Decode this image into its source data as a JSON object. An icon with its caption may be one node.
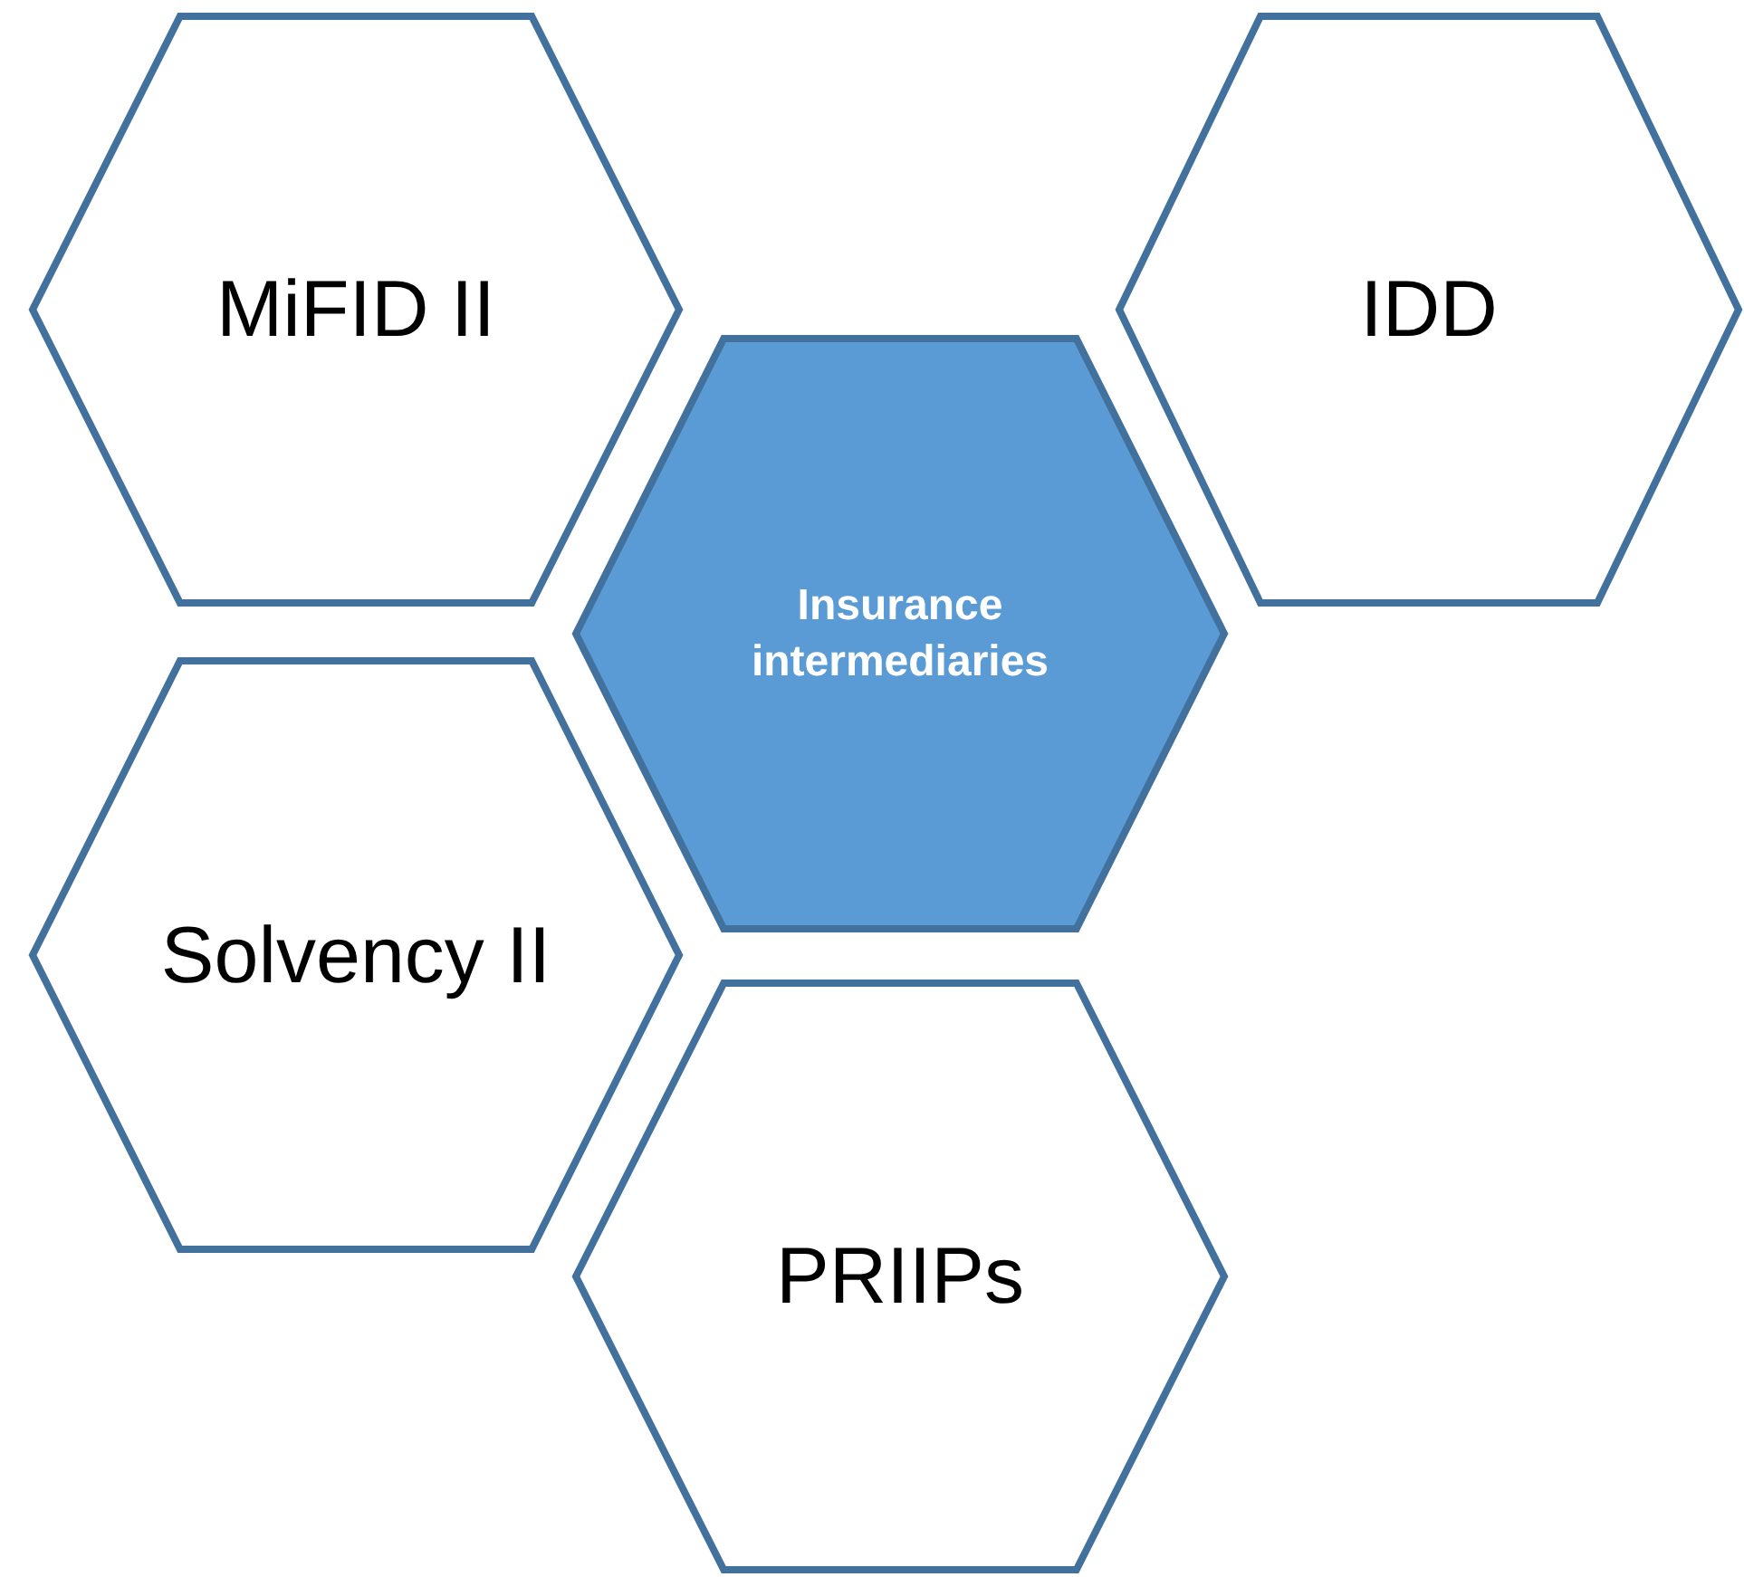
{
  "diagram": {
    "nodes": [
      {
        "text": [
          "MiFID II"
        ]
      },
      {
        "text": [
          "IDD"
        ]
      },
      {
        "text": [
          "Insurance intermediaries"
        ]
      },
      {
        "text": [
          "Solvency II"
        ]
      },
      {
        "text": [
          "PRIIPs"
        ]
      }
    ]
  }
}
